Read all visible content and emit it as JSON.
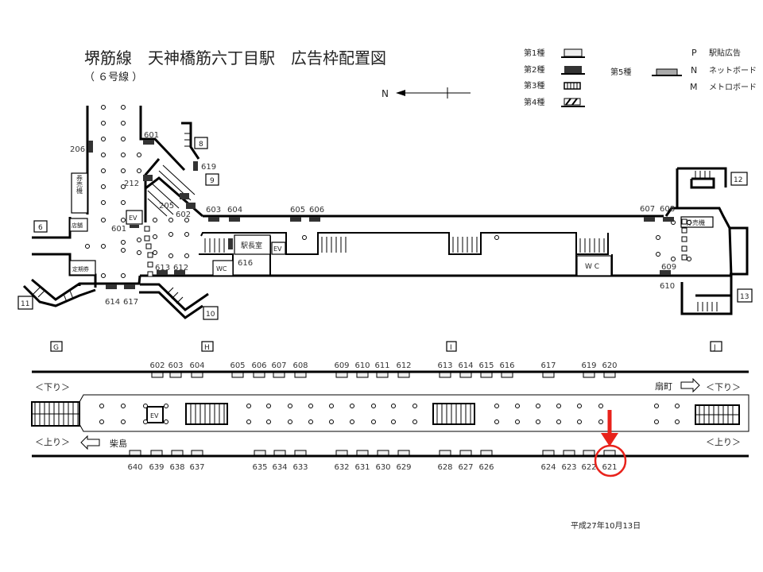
{
  "title": "堺筋線　天神橋筋六丁目駅　広告枠配置図",
  "subtitle": "（ ６号線 ）",
  "date": "平成27年10月13日",
  "compass": {
    "label": "N"
  },
  "legend": {
    "types": [
      "第1種",
      "第2種",
      "第3種",
      "第4種",
      "第5種"
    ],
    "codes": [
      {
        "code": "P",
        "label": "駅貼広告"
      },
      {
        "code": "N",
        "label": "ネットボード"
      },
      {
        "code": "M",
        "label": "メトロボード"
      }
    ]
  },
  "concourse": {
    "exits": [
      "6",
      "8",
      "9",
      "10",
      "11",
      "12",
      "13"
    ],
    "rooms": {
      "ticket_machine": "券売機",
      "shop": "店舗",
      "commuter_pass": "定期券",
      "ev": "EV",
      "stationmaster": "駅長室",
      "wc": "WC",
      "wc2": "W C",
      "ticket_machine_east": "券売機"
    },
    "ads": [
      "206",
      "601",
      "212",
      "205",
      "602",
      "601",
      "619",
      "603",
      "604",
      "605",
      "606",
      "607",
      "608",
      "609",
      "610",
      "613",
      "612",
      "616",
      "614",
      "617"
    ]
  },
  "columns": [
    "G",
    "H",
    "I",
    "J"
  ],
  "platform": {
    "down_left": "＜下り＞",
    "down_right": "＜下り＞",
    "up_left": "＜上り＞",
    "up_right": "＜上り＞",
    "dest_right": "扇町",
    "dest_left": "柴島",
    "ev": "EV",
    "top_ads": [
      "602",
      "603",
      "604",
      "605",
      "606",
      "607",
      "608",
      "609",
      "610",
      "611",
      "612",
      "613",
      "614",
      "615",
      "616",
      "617",
      "619",
      "620"
    ],
    "bottom_ads": [
      "640",
      "639",
      "638",
      "637",
      "635",
      "634",
      "633",
      "632",
      "631",
      "630",
      "629",
      "628",
      "627",
      "626",
      "624",
      "623",
      "622",
      "621"
    ],
    "highlight": "621",
    "accent": "#e8221b"
  }
}
